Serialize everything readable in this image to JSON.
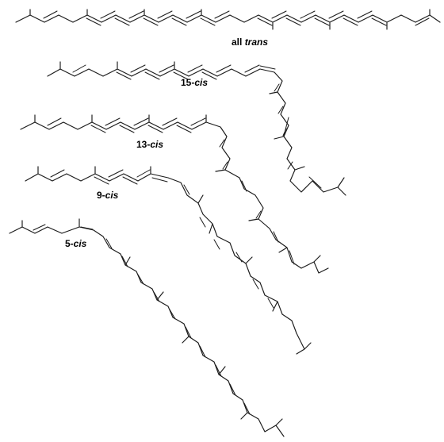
{
  "isomers": [
    {
      "id": "all-trans",
      "prefix": "all",
      "suffix": "trans"
    },
    {
      "id": "15-cis",
      "prefix": "15-",
      "suffix": "cis"
    },
    {
      "id": "13-cis",
      "prefix": "13-",
      "suffix": "cis"
    },
    {
      "id": "9-cis",
      "prefix": "9-",
      "suffix": "cis"
    },
    {
      "id": "5-cis",
      "prefix": "5-",
      "suffix": "cis"
    }
  ]
}
